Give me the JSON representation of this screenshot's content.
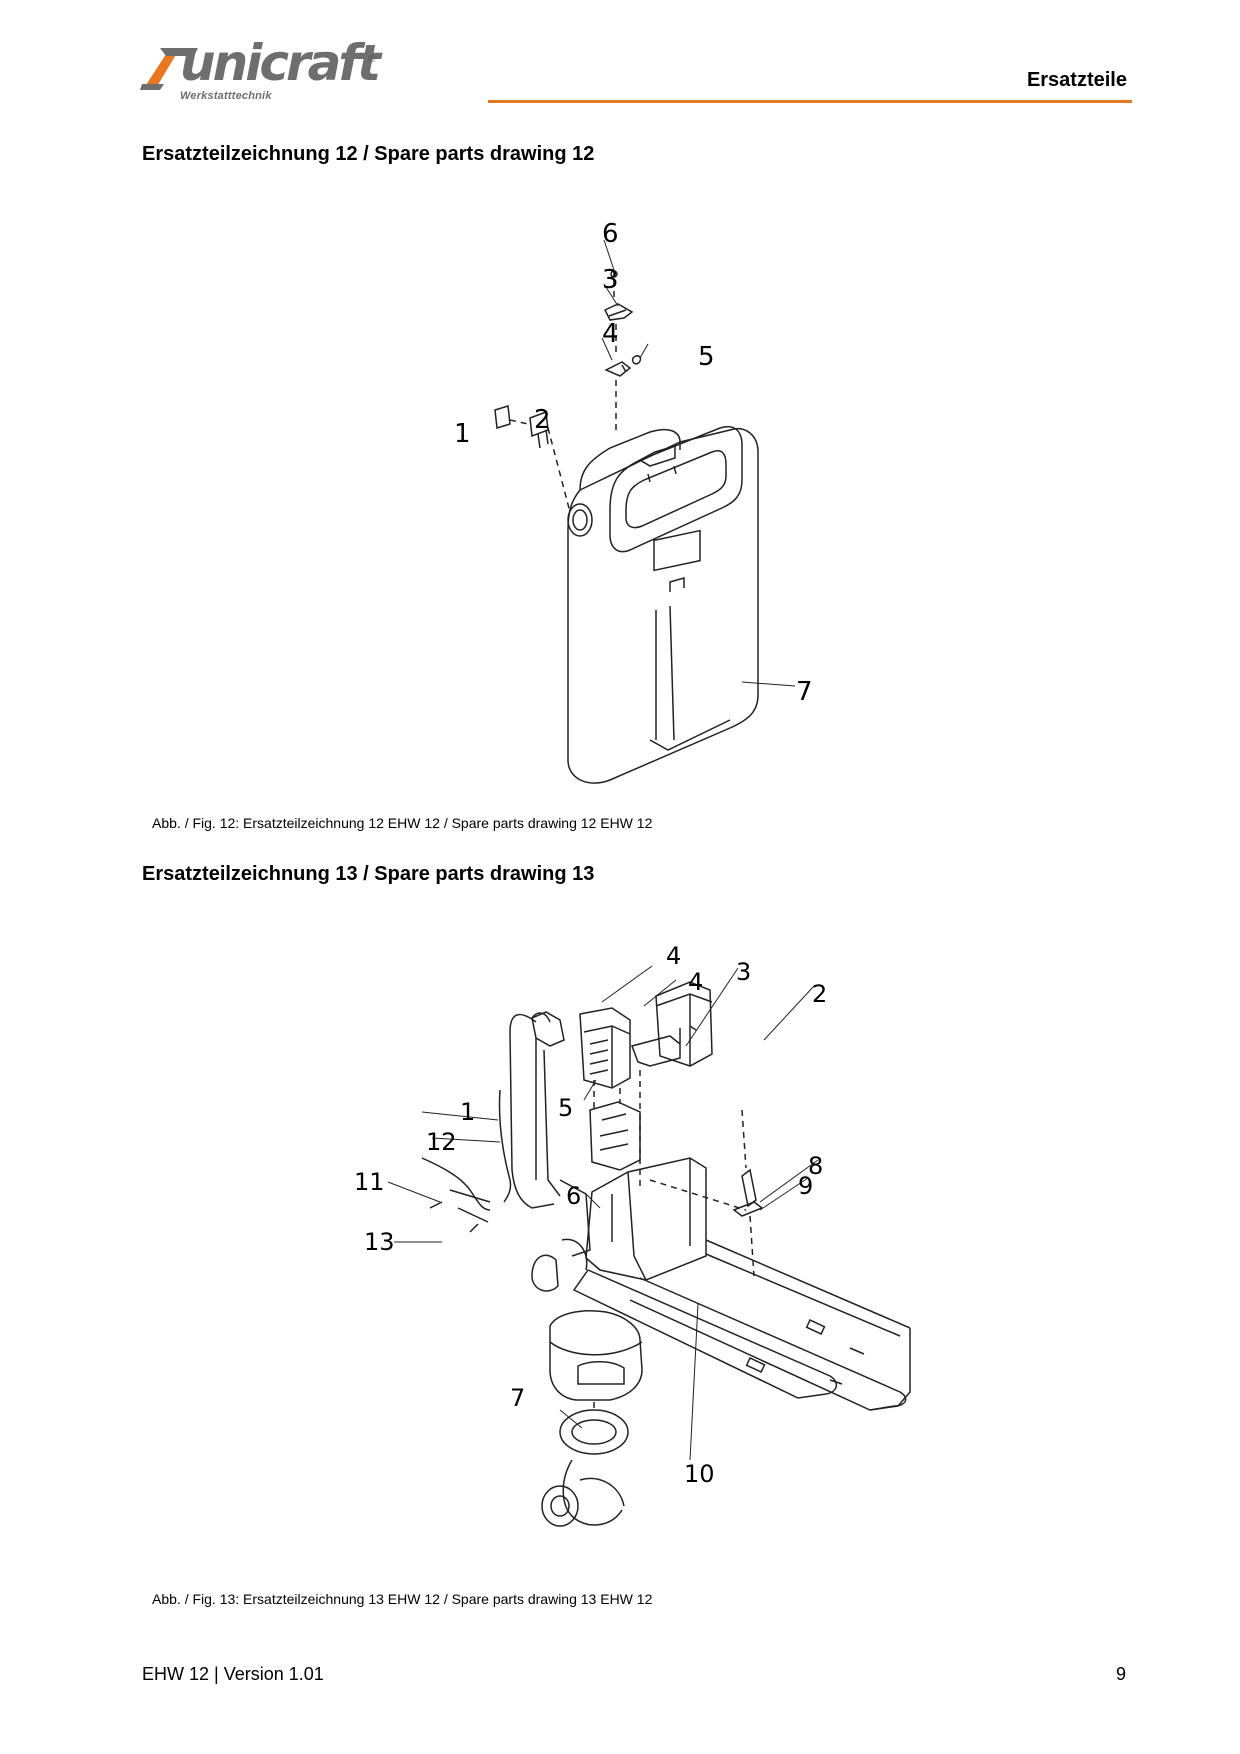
{
  "header": {
    "brand": "unicraft",
    "brand_sub": "Werkstatttechnik",
    "section": "Ersatzteile",
    "accent": "#e87722"
  },
  "drawing12": {
    "heading": "Ersatzteilzeichnung 12 / Spare parts drawing 12",
    "caption": "Abb. / Fig. 12: Ersatzteilzeichnung 12 EHW 12 / Spare parts drawing 12 EHW 12",
    "labels": [
      "1",
      "2",
      "3",
      "4",
      "5",
      "6",
      "7"
    ]
  },
  "drawing13": {
    "heading": "Ersatzteilzeichnung 13 / Spare parts drawing 13",
    "caption": "Abb. / Fig. 13: Ersatzteilzeichnung 13 EHW 12 / Spare parts drawing 13 EHW 12",
    "labels": [
      "1",
      "2",
      "3",
      "4",
      "4",
      "5",
      "6",
      "7",
      "8",
      "9",
      "10",
      "11",
      "12",
      "13"
    ]
  },
  "footer": {
    "document": "EHW 12 | Version 1.01",
    "page": "9"
  }
}
